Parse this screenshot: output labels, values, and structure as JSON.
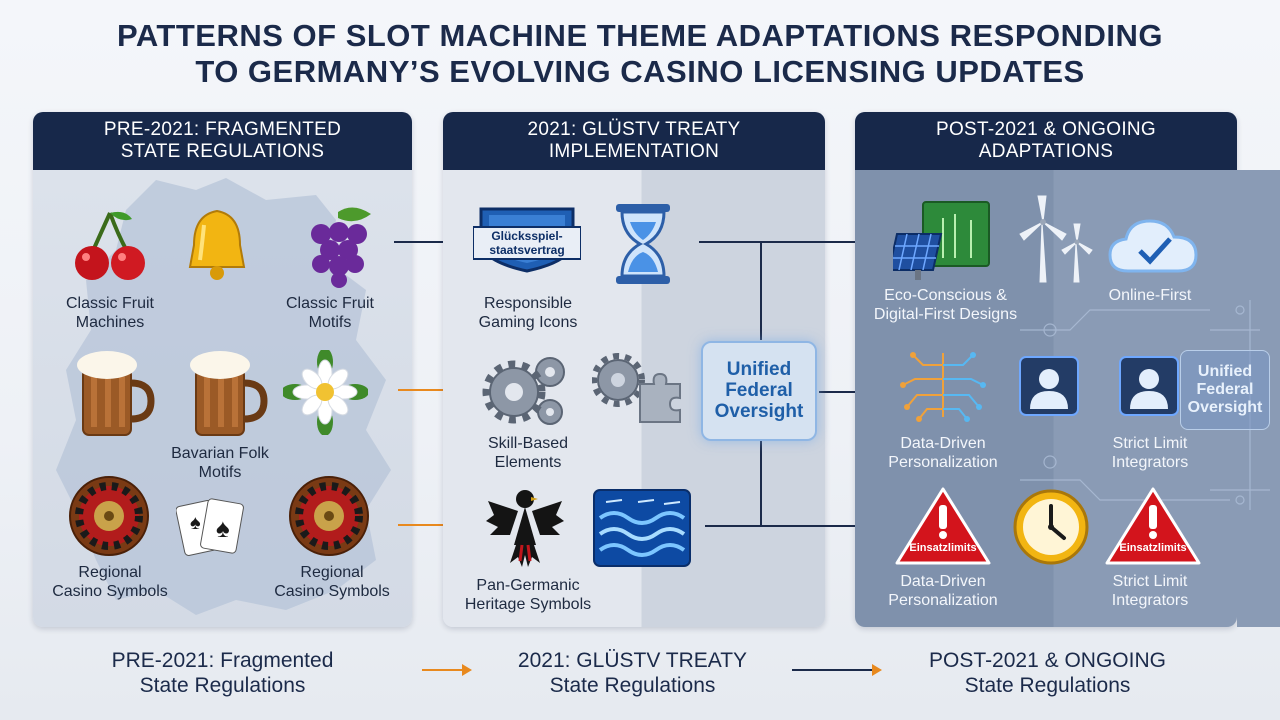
{
  "title": {
    "line1": "PATTERNS OF SLOT MACHINE THEME ADAPTATIONS RESPONDING",
    "line2": "TO GERMANY’S EVOLVING CASINO LICENSING UPDATES"
  },
  "panels": [
    {
      "header_line1": "PRE-2021: FRAGMENTED",
      "header_line2": "STATE REGULATIONS",
      "items": [
        {
          "label1": "Classic Fruit",
          "label2": "Machines",
          "icon": "cherry-icon"
        },
        {
          "label1": "Classic Fruit",
          "label2": "Motifs",
          "icon": "bell-icon"
        },
        {
          "label1": "",
          "label2": "",
          "icon": "grapes-icon"
        },
        {
          "label1": "Bavarian Folk",
          "label2": "Motifs",
          "icon": "beer-mug-icon"
        },
        {
          "label1": "",
          "label2": "",
          "icon": "edelweiss-icon"
        },
        {
          "label1": "Regional",
          "label2": "Casino Symbols",
          "icon": "roulette-icon"
        },
        {
          "label1": "",
          "label2": "",
          "icon": "playing-cards-icon"
        },
        {
          "label1": "Regional",
          "label2": "Casino Symbols",
          "icon": "roulette-icon"
        }
      ]
    },
    {
      "header_line1": "2021: GLÜSTV TREATY",
      "header_line2": "IMPLEMENTATION",
      "shield_text1": "Glücksspiel-",
      "shield_text2": "staatsvertrag",
      "items": [
        {
          "label1": "Responsible",
          "label2": "Gaming Icons",
          "icon": "hourglass-icon"
        },
        {
          "label1": "Skill-Based",
          "label2": "Elements",
          "icon": "gears-icon"
        },
        {
          "label1": "Pan-Germanic",
          "label2": "Heritage Symbols",
          "icon": "eagle-icon"
        }
      ],
      "unified_line1": "Unified",
      "unified_line2": "Federal",
      "unified_line3": "Oversight"
    },
    {
      "header_line1": "POST-2021 & ONGOING",
      "header_line2": "ADAPTATIONS",
      "items": [
        {
          "label1": "Eco-Conscious &",
          "label2": "Digital-First Designs",
          "icon": "solar-panel-icon"
        },
        {
          "label1": "Online-First",
          "label2": "",
          "icon": "cloud-check-icon"
        },
        {
          "label1": "Data-Driven",
          "label2": "Personalization",
          "icon": "circuit-brain-icon"
        },
        {
          "label1": "Strict Limit",
          "label2": "Integrators",
          "icon": "user-profile-icon"
        },
        {
          "label1": "Data-Driven",
          "label2": "Personalization",
          "icon": "warning-icon"
        },
        {
          "label1": "Strict Limit",
          "label2": "Integrators",
          "icon": "warning-icon"
        }
      ],
      "warning_text": "Einsatzlimits",
      "unified_line1": "Unified",
      "unified_line2": "Federal",
      "unified_line3": "Oversight"
    }
  ],
  "bottom": [
    {
      "line1": "PRE-2021: Fragmented",
      "line2": "State Regulations"
    },
    {
      "line1": "2021: GLÜSTV TREATY",
      "line2": "State Regulations"
    },
    {
      "line1": "POST-2021 & ONGOING",
      "line2": "State Regulations"
    }
  ],
  "colors": {
    "navy": "#17284a",
    "arrow_orange": "#e8891e",
    "arrow_navy": "#1b2a4a",
    "glow_blue": "#8fb6e4"
  }
}
